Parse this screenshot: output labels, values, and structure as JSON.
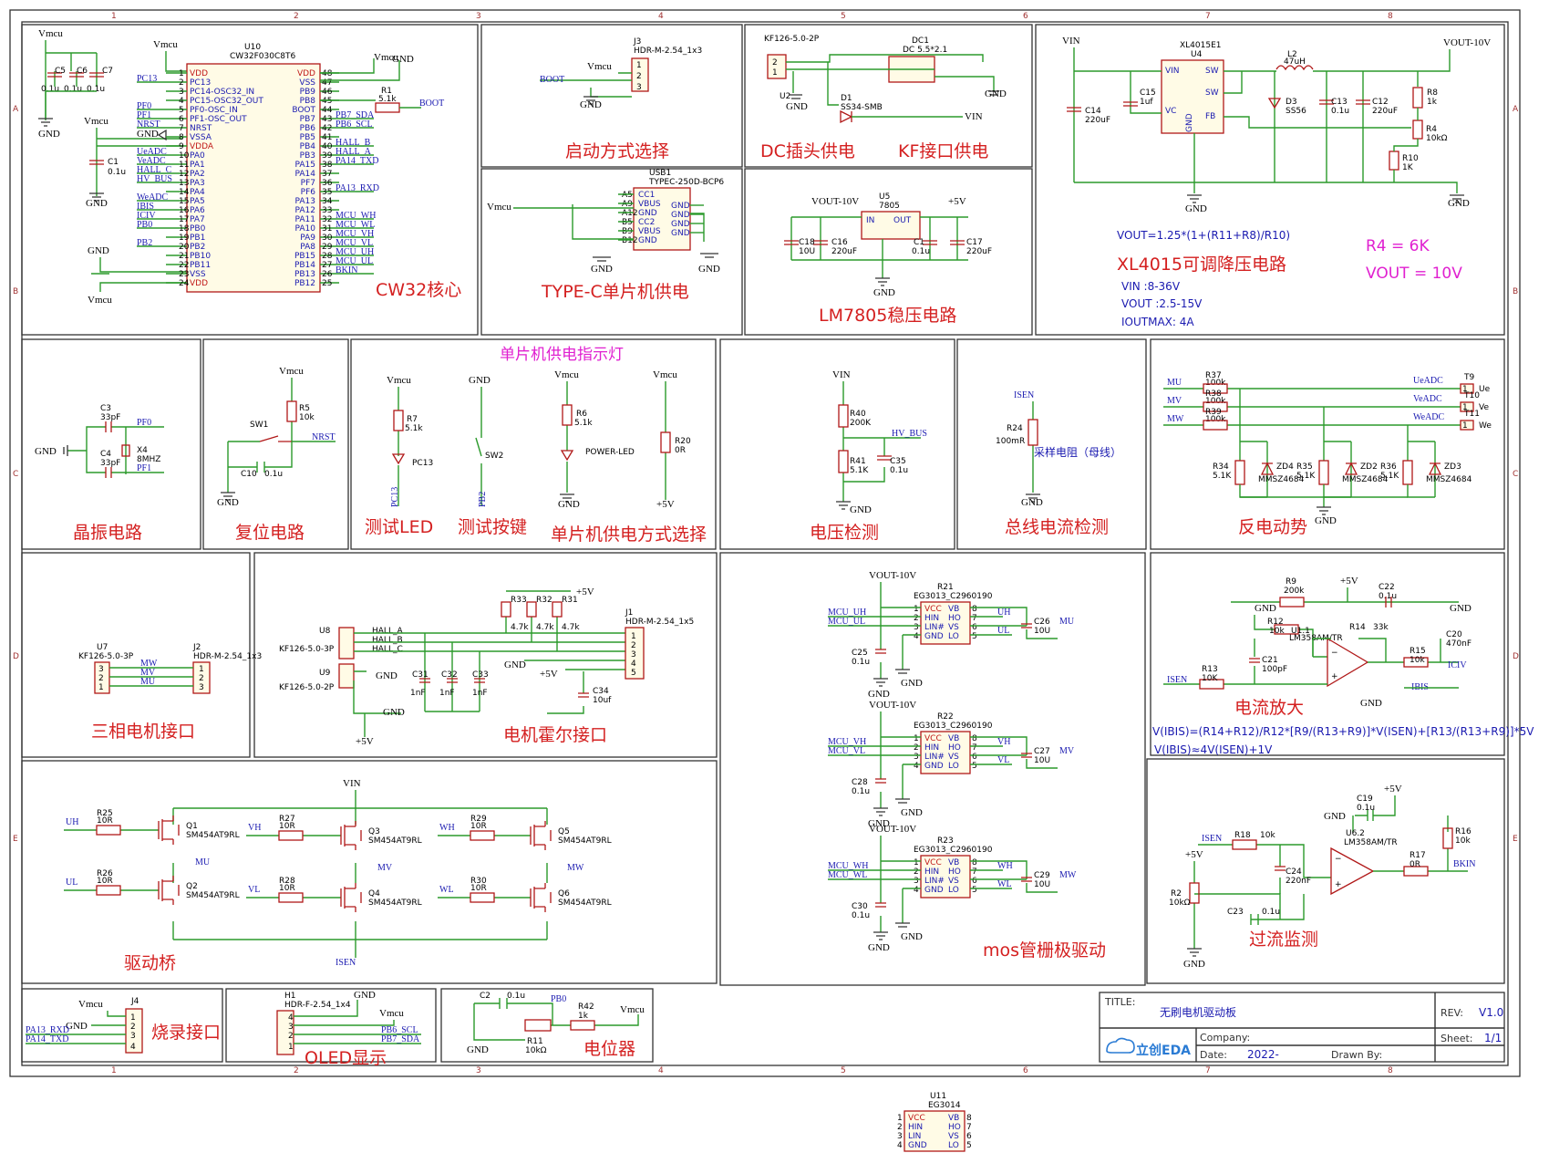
{
  "sheet": {
    "col_labels": [
      "1",
      "2",
      "3",
      "4",
      "5",
      "6",
      "7",
      "8"
    ],
    "row_labels": [
      "A",
      "B",
      "C",
      "D",
      "E"
    ]
  },
  "sections": {
    "core": "CW32核心",
    "boot": "启动方式选择",
    "dc": "DC插头供电",
    "kf": "KF接口供电",
    "xl4015": "XL4015可调降压电路",
    "typec": "TYPE-C单片机供电",
    "lm7805": "LM7805稳压电路",
    "crystal": "晶振电路",
    "reset": "复位电路",
    "power_led_title": "单片机供电指示灯",
    "test_led": "测试LED",
    "test_key": "测试按键",
    "mcu_power": "单片机供电方式选择",
    "voltage": "电压检测",
    "bus_current": "总线电流检测",
    "bemf": "反电动势",
    "motor_if": "三相电机接口",
    "hall_if": "电机霍尔接口",
    "amp": "电流放大",
    "bridge": "驱动桥",
    "gate": "mos管栅极驱动",
    "ocp": "过流监测",
    "prog": "烧录接口",
    "oled": "OLED显示",
    "pot": "电位器"
  },
  "notes": {
    "r4": "R4 = 6K",
    "vout10": "VOUT = 10V",
    "xl_formula": "VOUT=1.25*(1+(R11+R8)/R10)",
    "vin_range": "VIN :8-36V",
    "vout_range": "VOUT :2.5-15V",
    "iout": "IOUTMAX: 4A",
    "amp_formula": "V(IBIS)=(R14+R12)/R12*[R9/(R13+R9)]*V(ISEN)+[R13/(R13+R9)]*5V",
    "amp_approx": "V(IBIS)≈4V(ISEN)+1V",
    "sense": "采样电阻（母线）"
  },
  "mcu": {
    "ref": "U10",
    "part": "CW32F030C8T6",
    "left_pins": [
      "VDD",
      "PC13",
      "PC14-OSC32_IN",
      "PC15-OSC32_OUT",
      "PF0-OSC_IN",
      "PF1-OSC_OUT",
      "NRST",
      "VSSA",
      "VDDA",
      "PA0",
      "PA1",
      "PA2",
      "PA3",
      "PA4",
      "PA5",
      "PA6",
      "PA7",
      "PB0",
      "PB1",
      "PB2",
      "PB10",
      "PB11",
      "VSS",
      "VDD"
    ],
    "right_pins": [
      "VDD",
      "VSS",
      "PB9",
      "PB8",
      "BOOT",
      "PB7",
      "PB6",
      "PB5",
      "PB4",
      "PB3",
      "PA15",
      "PA14",
      "PF7",
      "PF6",
      "PA13",
      "PA12",
      "PA11",
      "PA10",
      "PA9",
      "PA8",
      "PB15",
      "PB14",
      "PB13",
      "PB12"
    ],
    "left_nets": [
      "",
      "PC13",
      "",
      "",
      "PF0",
      "PF1",
      "NRST",
      "",
      "",
      "UeADC",
      "VeADC",
      "HALL_C",
      "HV_BUS",
      "",
      "WeADC",
      "IBIS",
      "ICIV",
      "PB0",
      "",
      "PB2",
      "",
      "",
      "",
      ""
    ],
    "right_nets": [
      "",
      "",
      "",
      "",
      "",
      "PB7_SDA",
      "PB6_SCL",
      "",
      "HALL_B",
      "HALL_A",
      "PA14_TXD",
      "",
      "",
      "PA13_RXD",
      "",
      "",
      "MCU_WH",
      "MCU_WL",
      "MCU_VH",
      "MCU_VL",
      "MCU_UH",
      "MCU_UL",
      "BKIN",
      ""
    ]
  },
  "labels": {
    "vmcu": "Vmcu",
    "gnd": "GND",
    "vin": "VIN",
    "vout10": "VOUT-10V",
    "p5v": "+5V",
    "boot": "BOOT",
    "c5": "C5",
    "c6": "C6",
    "c7": "C7",
    "c1": "C1",
    "c01u": "0.1u",
    "r1": "R1",
    "r1v": "5.1k",
    "j3": "J3",
    "j3p": "HDR-M-2.54_1x3",
    "kf2p": "KF126-5.0-2P",
    "u2": "U2",
    "dc1": "DC1",
    "dc1p": "DC 5.5*2.1",
    "d1": "D1",
    "d1p": "SS34-SMB",
    "usb1": "USB1",
    "usb1p": "TYPEC-250D-BCP6",
    "usb_pins": [
      "CC1",
      "VBUS",
      "GND",
      "CC2",
      "VBUS",
      "GND"
    ],
    "usb_left": [
      "A5",
      "A9",
      "A12",
      "B5",
      "B9",
      "B12"
    ],
    "u5": "U5",
    "u5p": "7805",
    "in": "IN",
    "out": "OUT",
    "c18": "C18",
    "c18v": "10U",
    "c16": "C16",
    "c16v": "220uF",
    "c17": "C17",
    "c17v": "220uF",
    "u4": "U4",
    "u4p": "XL4015E1",
    "l2": "L2",
    "l2v": "47uH",
    "d3": "D3",
    "d3p": "SS56",
    "c14": "C14",
    "c14v": "220uF",
    "c15": "C15",
    "c15v": "1uf",
    "c13": "C13",
    "c12": "C12",
    "c12v": "220uF",
    "r8": "R8",
    "r8v": "1k",
    "r4": "R4",
    "r4v": "10kΩ",
    "r10": "R10",
    "r10v": "1K",
    "u4pins": [
      "VIN",
      "VC",
      "SW",
      "SW",
      "FB",
      "GND"
    ],
    "c3": "C3",
    "c4": "C4",
    "c33p": "33pF",
    "x4": "X4",
    "x4v": "8MHZ",
    "sw1": "SW1",
    "r5": "R5",
    "r5v": "10k",
    "c10": "C10",
    "r7": "R7",
    "r7v": "5.1k",
    "pc13": "PC13",
    "sw2": "SW2",
    "r6": "R6",
    "r6v": "5.1k",
    "pled": "POWER-LED",
    "r20": "R20",
    "r20v": "0R",
    "r40": "R40",
    "r40v": "200K",
    "r41": "R41",
    "r41v": "5.1K",
    "c35": "C35",
    "hvbus": "HV_BUS",
    "isen": "ISEN",
    "r24": "R24",
    "r24v": "100mR",
    "r37": "R37",
    "r38": "R38",
    "r39": "R39",
    "r100k": "100k",
    "t9": "T9",
    "t10": "T10",
    "t11": "T11",
    "ue": "Ue",
    "ve": "Ve",
    "we": "We",
    "mu": "MU",
    "mv": "MV",
    "mw": "MW",
    "ueadc": "UeADC",
    "veadc": "VeADC",
    "weadc": "WeADC",
    "r34": "R34",
    "r35": "R35",
    "r36": "R36",
    "r51k": "5.1K",
    "zd4": "ZD4",
    "zd2": "ZD2",
    "zd3": "ZD3",
    "mmsz": "MMSZ4684",
    "u7": "U7",
    "kf3p": "KF126-5.0-3P",
    "j2": "J2",
    "j2p": "HDR-M-2.54_1x3",
    "u8": "U8",
    "u9": "U9",
    "j1": "J1",
    "j1p": "HDR-M-2.54_1x5",
    "r33": "R33",
    "r32": "R32",
    "r31": "R31",
    "r47k": "4.7k",
    "c31": "C31",
    "c32": "C32",
    "c33": "C33",
    "c1nf": "1nF",
    "c34": "C34",
    "c34v": "10uf",
    "halla": "HALL_A",
    "hallb": "HALL_B",
    "hallc": "HALL_C",
    "r9": "R9",
    "r9v": "200k",
    "r12": "R12",
    "r12v": "10k",
    "r13": "R13",
    "r13v": "10K",
    "r14": "R14",
    "r14v": "33k",
    "r15": "R15",
    "r15v": "10k",
    "c22": "C22",
    "c21": "C21",
    "c21v": "100pF",
    "c20": "C20",
    "c20v": "470nF",
    "u11a": "U1.1",
    "lm358": "LM358AM/TR",
    "ibis": "IBIS",
    "iciv": "ICIV",
    "uh": "UH",
    "ul": "UL",
    "vh": "VH",
    "vl": "VL",
    "wh": "WH",
    "wl": "WL",
    "r25": "R25",
    "r26": "R26",
    "r27": "R27",
    "r28": "R28",
    "r29": "R29",
    "r30": "R30",
    "r10r": "10R",
    "q1": "Q1",
    "q2": "Q2",
    "q3": "Q3",
    "q4": "Q4",
    "q5": "Q5",
    "q6": "Q6",
    "mos": "SM454AT9RL",
    "r21": "R21",
    "r22": "R22",
    "r23": "R23",
    "eg": "EG3013_C2960190",
    "egpins": [
      "VCC",
      "HIN",
      "LIN#",
      "GND",
      "VB",
      "HO",
      "VS",
      "LO"
    ],
    "c25": "C25",
    "c26": "C26",
    "c27": "C27",
    "c28": "C28",
    "c29": "C29",
    "c30": "C30",
    "c10u": "10U",
    "mcuuh": "MCU_UH",
    "mcuul": "MCU_UL",
    "mcuvh": "MCU_VH",
    "mcuvl": "MCU_VL",
    "mcuwh": "MCU_WH",
    "mcuwl": "MCU_WL",
    "r18": "R18",
    "r18v": "10k",
    "c24": "C24",
    "c24v": "220nF",
    "u62": "U6.2",
    "r16": "R16",
    "r16v": "10k",
    "r17": "R17",
    "r17v": "0R",
    "c19": "C19",
    "bkin": "BKIN",
    "r2": "R2",
    "r2v": "10kΩ",
    "c23": "C23",
    "j4": "J4",
    "pa13rxd": "PA13_RXD",
    "pa14txd": "PA14_TXD",
    "h1": "H1",
    "h1p": "HDR-F-2.54_1x4",
    "pb6scl": "PB6_SCL",
    "pb7sda": "PB7_SDA",
    "c2": "C2",
    "pb0": "PB0",
    "r42": "R42",
    "r42v": "1k",
    "r11": "R11",
    "r11v": "10kΩ",
    "u11": "U11",
    "u11p": "EG3014",
    "eg3014pins": [
      "VCC",
      "HIN",
      "LIN",
      "GND",
      "VB",
      "HO",
      "VS",
      "LO"
    ],
    "nrst": "NRST",
    "pf0": "PF0",
    "pf1": "PF1",
    "pb2": "PB2"
  },
  "titleblock": {
    "title_label": "TITLE:",
    "title": "无刷电机驱动板",
    "rev_label": "REV:",
    "rev": "V1.0",
    "company_label": "Company:",
    "sheet_label": "Sheet:",
    "sheet": "1/1",
    "date_label": "Date:",
    "date": "2022-",
    "drawn_label": "Drawn By:",
    "logo": "立创EDA"
  }
}
